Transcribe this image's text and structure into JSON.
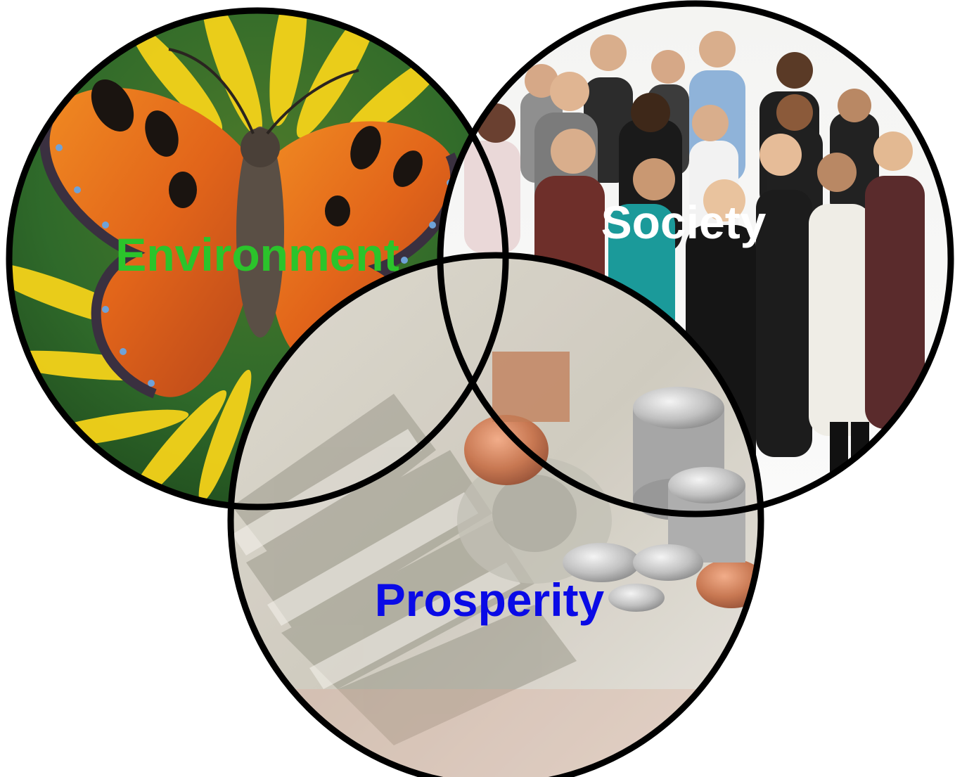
{
  "labels": {
    "environment": "Environment",
    "society": "Society",
    "prosperity": "Prosperity"
  },
  "colors": {
    "environment": "#2bc42b",
    "society": "#ffffff",
    "prosperity": "#0a0ae6",
    "outline": "#000000"
  },
  "photos": {
    "environment": "butterfly-on-flower",
    "society": "group-of-people",
    "prosperity": "money-and-coins"
  }
}
